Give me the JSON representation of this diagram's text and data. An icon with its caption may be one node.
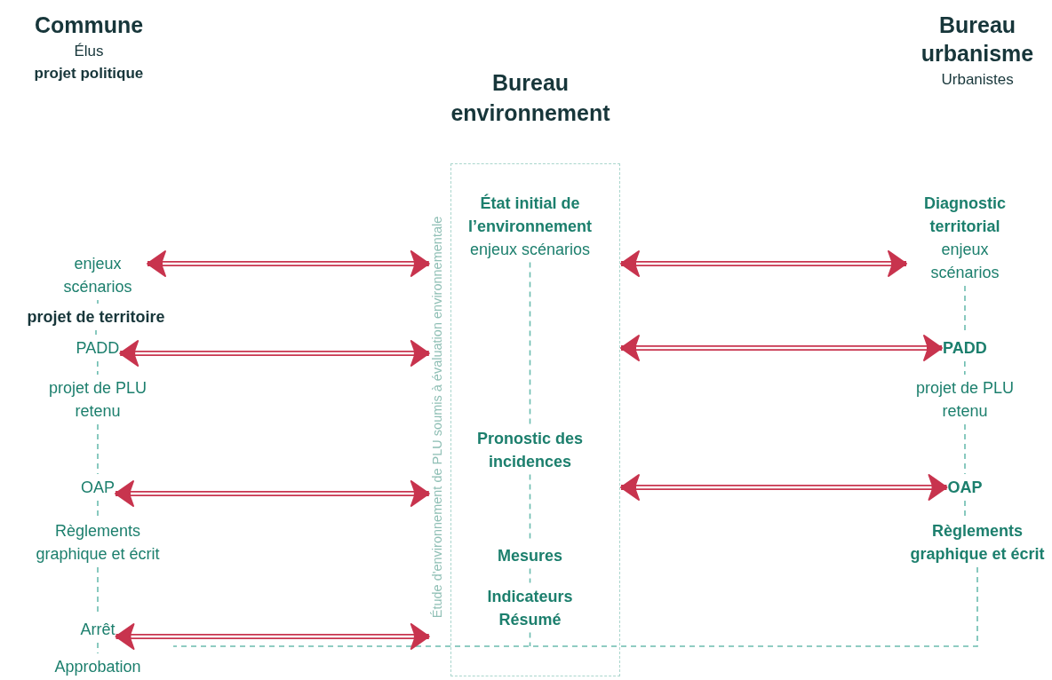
{
  "diagram": {
    "nodes": [
      {
        "text": [
          "enjeux scénarios"
        ]
      },
      {
        "text": [
          "projet de territoire"
        ]
      },
      {
        "text": [
          "PADD"
        ]
      },
      {
        "text": [
          "projet de PLU retenu"
        ]
      },
      {
        "text": [
          "OAP"
        ]
      },
      {
        "text": [
          "Règlements graphique et écrit"
        ]
      },
      {
        "text": [
          "Arrêt"
        ]
      },
      {
        "text": [
          "Approbation"
        ]
      },
      {
        "text": [
          "Étude d'environnement de PLU soumis à évaluation environnementale"
        ]
      },
      {
        "text": [
          "État initial de l’environnement",
          "enjeux scénarios"
        ],
        "in": 8
      },
      {
        "text": [
          "Pronostic des incidences"
        ],
        "in": 8
      },
      {
        "text": [
          "Mesures"
        ],
        "in": 8
      },
      {
        "text": [
          "Indicateurs Résumé"
        ],
        "in": 8
      },
      {
        "text": [
          "Diagnostic territorial",
          "enjeux scénarios"
        ]
      },
      {
        "text": [
          "PADD"
        ]
      },
      {
        "text": [
          "projet de PLU retenu"
        ]
      },
      {
        "text": [
          "OAP"
        ]
      },
      {
        "text": [
          "Règlements graphique et écrit"
        ]
      }
    ],
    "edges": [
      {
        "from": 0,
        "to": 1,
        "arrow": "none",
        "style": "dashed"
      },
      {
        "from": 1,
        "to": 2,
        "arrow": "none",
        "style": "dashed"
      },
      {
        "from": 2,
        "to": 3,
        "arrow": "none",
        "style": "dashed"
      },
      {
        "from": 3,
        "to": 4,
        "arrow": "none",
        "style": "dashed"
      },
      {
        "from": 4,
        "to": 5,
        "arrow": "none",
        "style": "dashed"
      },
      {
        "from": 5,
        "to": 6,
        "arrow": "none",
        "style": "dashed"
      },
      {
        "from": 6,
        "to": 7,
        "arrow": "none",
        "style": "dashed"
      },
      {
        "from": 9,
        "to": 10,
        "arrow": "none",
        "style": "dashed"
      },
      {
        "from": 10,
        "to": 11,
        "arrow": "none",
        "style": "dashed"
      },
      {
        "from": 11,
        "to": 12,
        "arrow": "none",
        "style": "dashed"
      },
      {
        "from": 12,
        "to": null,
        "arrow": "none",
        "style": "dashed"
      },
      {
        "from": 13,
        "to": 14,
        "arrow": "none",
        "style": "dashed"
      },
      {
        "from": 14,
        "to": 15,
        "arrow": "none",
        "style": "dashed"
      },
      {
        "from": 15,
        "to": 16,
        "arrow": "none",
        "style": "dashed"
      },
      {
        "from": 16,
        "to": 17,
        "arrow": "none",
        "style": "dashed"
      },
      {
        "from": 17,
        "to": null,
        "arrow": "none",
        "style": "dashed"
      },
      {
        "from": 0,
        "to": 8,
        "arrow": "both",
        "style": "thick",
        "color": "#c8344e"
      },
      {
        "from": 2,
        "to": 8,
        "arrow": "both",
        "style": "thick",
        "color": "#c8344e"
      },
      {
        "from": 4,
        "to": 8,
        "arrow": "both",
        "style": "thick",
        "color": "#c8344e"
      },
      {
        "from": 6,
        "to": 8,
        "arrow": "both",
        "style": "thick",
        "color": "#c8344e"
      },
      {
        "from": 8,
        "to": 13,
        "arrow": "both",
        "style": "thick",
        "color": "#c8344e"
      },
      {
        "from": 8,
        "to": 14,
        "arrow": "both",
        "style": "thick",
        "color": "#c8344e"
      },
      {
        "from": 8,
        "to": 16,
        "arrow": "both",
        "style": "thick",
        "color": "#c8344e"
      }
    ],
    "labels": [
      "Commune",
      "Élus",
      "projet politique",
      "Bureau urbanisme",
      "Urbanistes",
      "Bureau environnement"
    ]
  }
}
